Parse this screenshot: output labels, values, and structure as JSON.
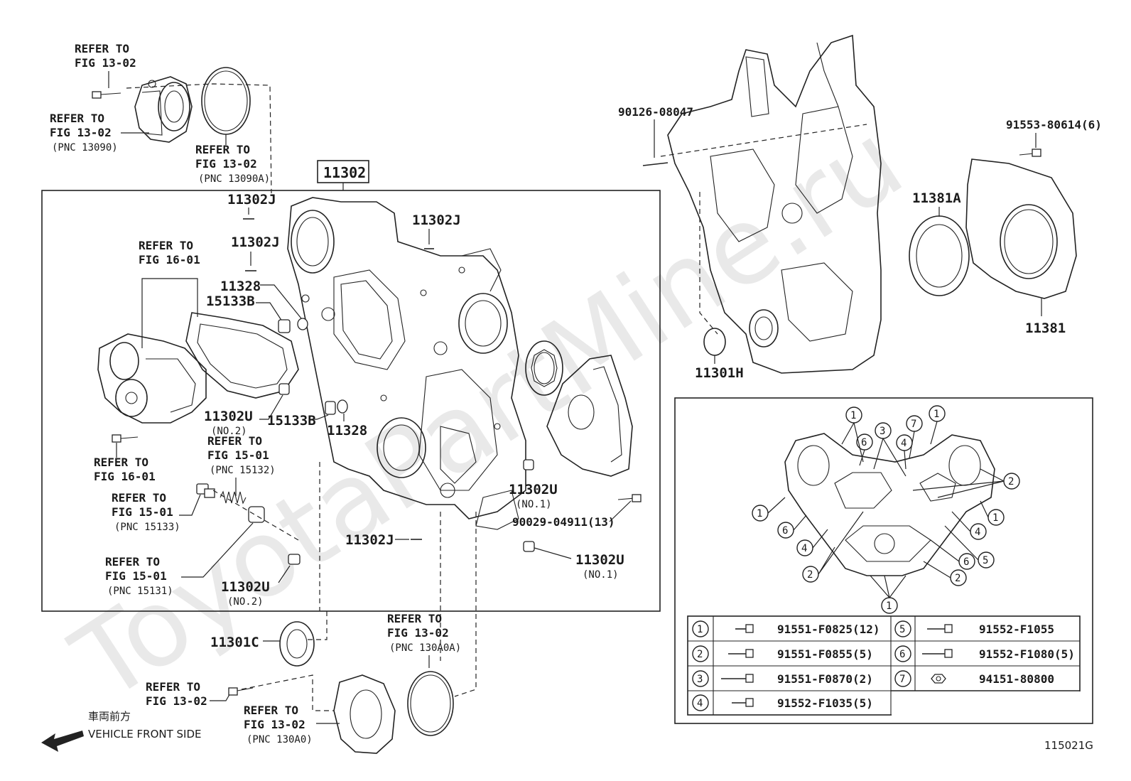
{
  "watermark": "ToyotaPartMine.ru",
  "main_part_number": "11302",
  "drawing_id": "115021G",
  "direction": {
    "japanese": "車両前方",
    "english": "VEHICLE FRONT SIDE"
  },
  "left_labels": {
    "ref_top_1": [
      "REFER TO",
      "FIG 13-02"
    ],
    "ref_top_2": [
      "REFER TO",
      "FIG 13-02",
      "(PNC 13090)"
    ],
    "ref_top_3": [
      "REFER TO",
      "FIG 13-02",
      "(PNC 13090A)"
    ],
    "ref_16_01_a": [
      "REFER TO",
      "FIG 16-01"
    ],
    "ref_16_01_b": [
      "REFER TO",
      "FIG 16-01"
    ],
    "ref_15_01_a": [
      "REFER TO",
      "FIG 15-01",
      "(PNC 15132)"
    ],
    "ref_15_01_b": [
      "REFER TO",
      "FIG 15-01",
      "(PNC 15133)"
    ],
    "ref_15_01_c": [
      "REFER TO",
      "FIG 15-01",
      "(PNC 15131)"
    ],
    "ref_bottom_1": [
      "REFER TO",
      "FIG 13-02",
      "(PNC 130A0A)"
    ],
    "ref_bottom_2": [
      "REFER TO",
      "FIG 13-02"
    ],
    "ref_bottom_3": [
      "REFER TO",
      "FIG 13-02",
      "(PNC 130A0)"
    ]
  },
  "part_labels": {
    "p11302J_a": "11302J",
    "p11302J_b": "11302J",
    "p11302J_c": "11302J",
    "p11302J_d": "11302J",
    "p11328_a": "11328",
    "p11328_b": "11328",
    "p15133B_a": "15133B",
    "p15133B_b": "15133B",
    "p11302U_a": "11302U",
    "p11302U_a_sub": "(NO.2)",
    "p11302U_b": "11302U",
    "p11302U_b_sub": "(NO.2)",
    "p11302U_c": "11302U",
    "p11302U_c_sub": "(NO.1)",
    "p11302U_d": "11302U",
    "p11302U_d_sub": "(NO.1)",
    "p90029": "90029-04911(13)",
    "p11301C": "11301C",
    "p90126": "90126-08047",
    "p91553": "91553-80614(6)",
    "p11381A": "11381A",
    "p11381": "11381",
    "p11301H": "11301H"
  },
  "bolt_table": [
    {
      "num": "1",
      "part": "91551-F0825(12)"
    },
    {
      "num": "2",
      "part": "91551-F0855(5)"
    },
    {
      "num": "3",
      "part": "91551-F0870(2)"
    },
    {
      "num": "4",
      "part": "91552-F1035(5)"
    },
    {
      "num": "5",
      "part": "91552-F1055"
    },
    {
      "num": "6",
      "part": "91552-F1080(5)"
    },
    {
      "num": "7",
      "part": "94151-80800"
    }
  ],
  "inset_callouts": {
    "c1": "1",
    "c2": "2",
    "c3": "3",
    "c4": "4",
    "c5": "5",
    "c6": "6",
    "c7": "7"
  }
}
